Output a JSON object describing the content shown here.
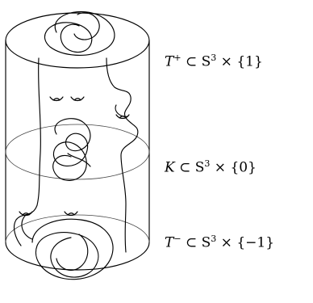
{
  "labels": {
    "top": {
      "var": "T",
      "sup": "+",
      "rest": " ⊂ S",
      "exp": "3",
      "tail": " × {1}"
    },
    "middle": {
      "var": "K",
      "sup": "",
      "rest": " ⊂ S",
      "exp": "3",
      "tail": " × {0}"
    },
    "bottom": {
      "var": "T",
      "sup": "−",
      "rest": " ⊂ S",
      "exp": "3",
      "tail": " × {−1}"
    }
  }
}
